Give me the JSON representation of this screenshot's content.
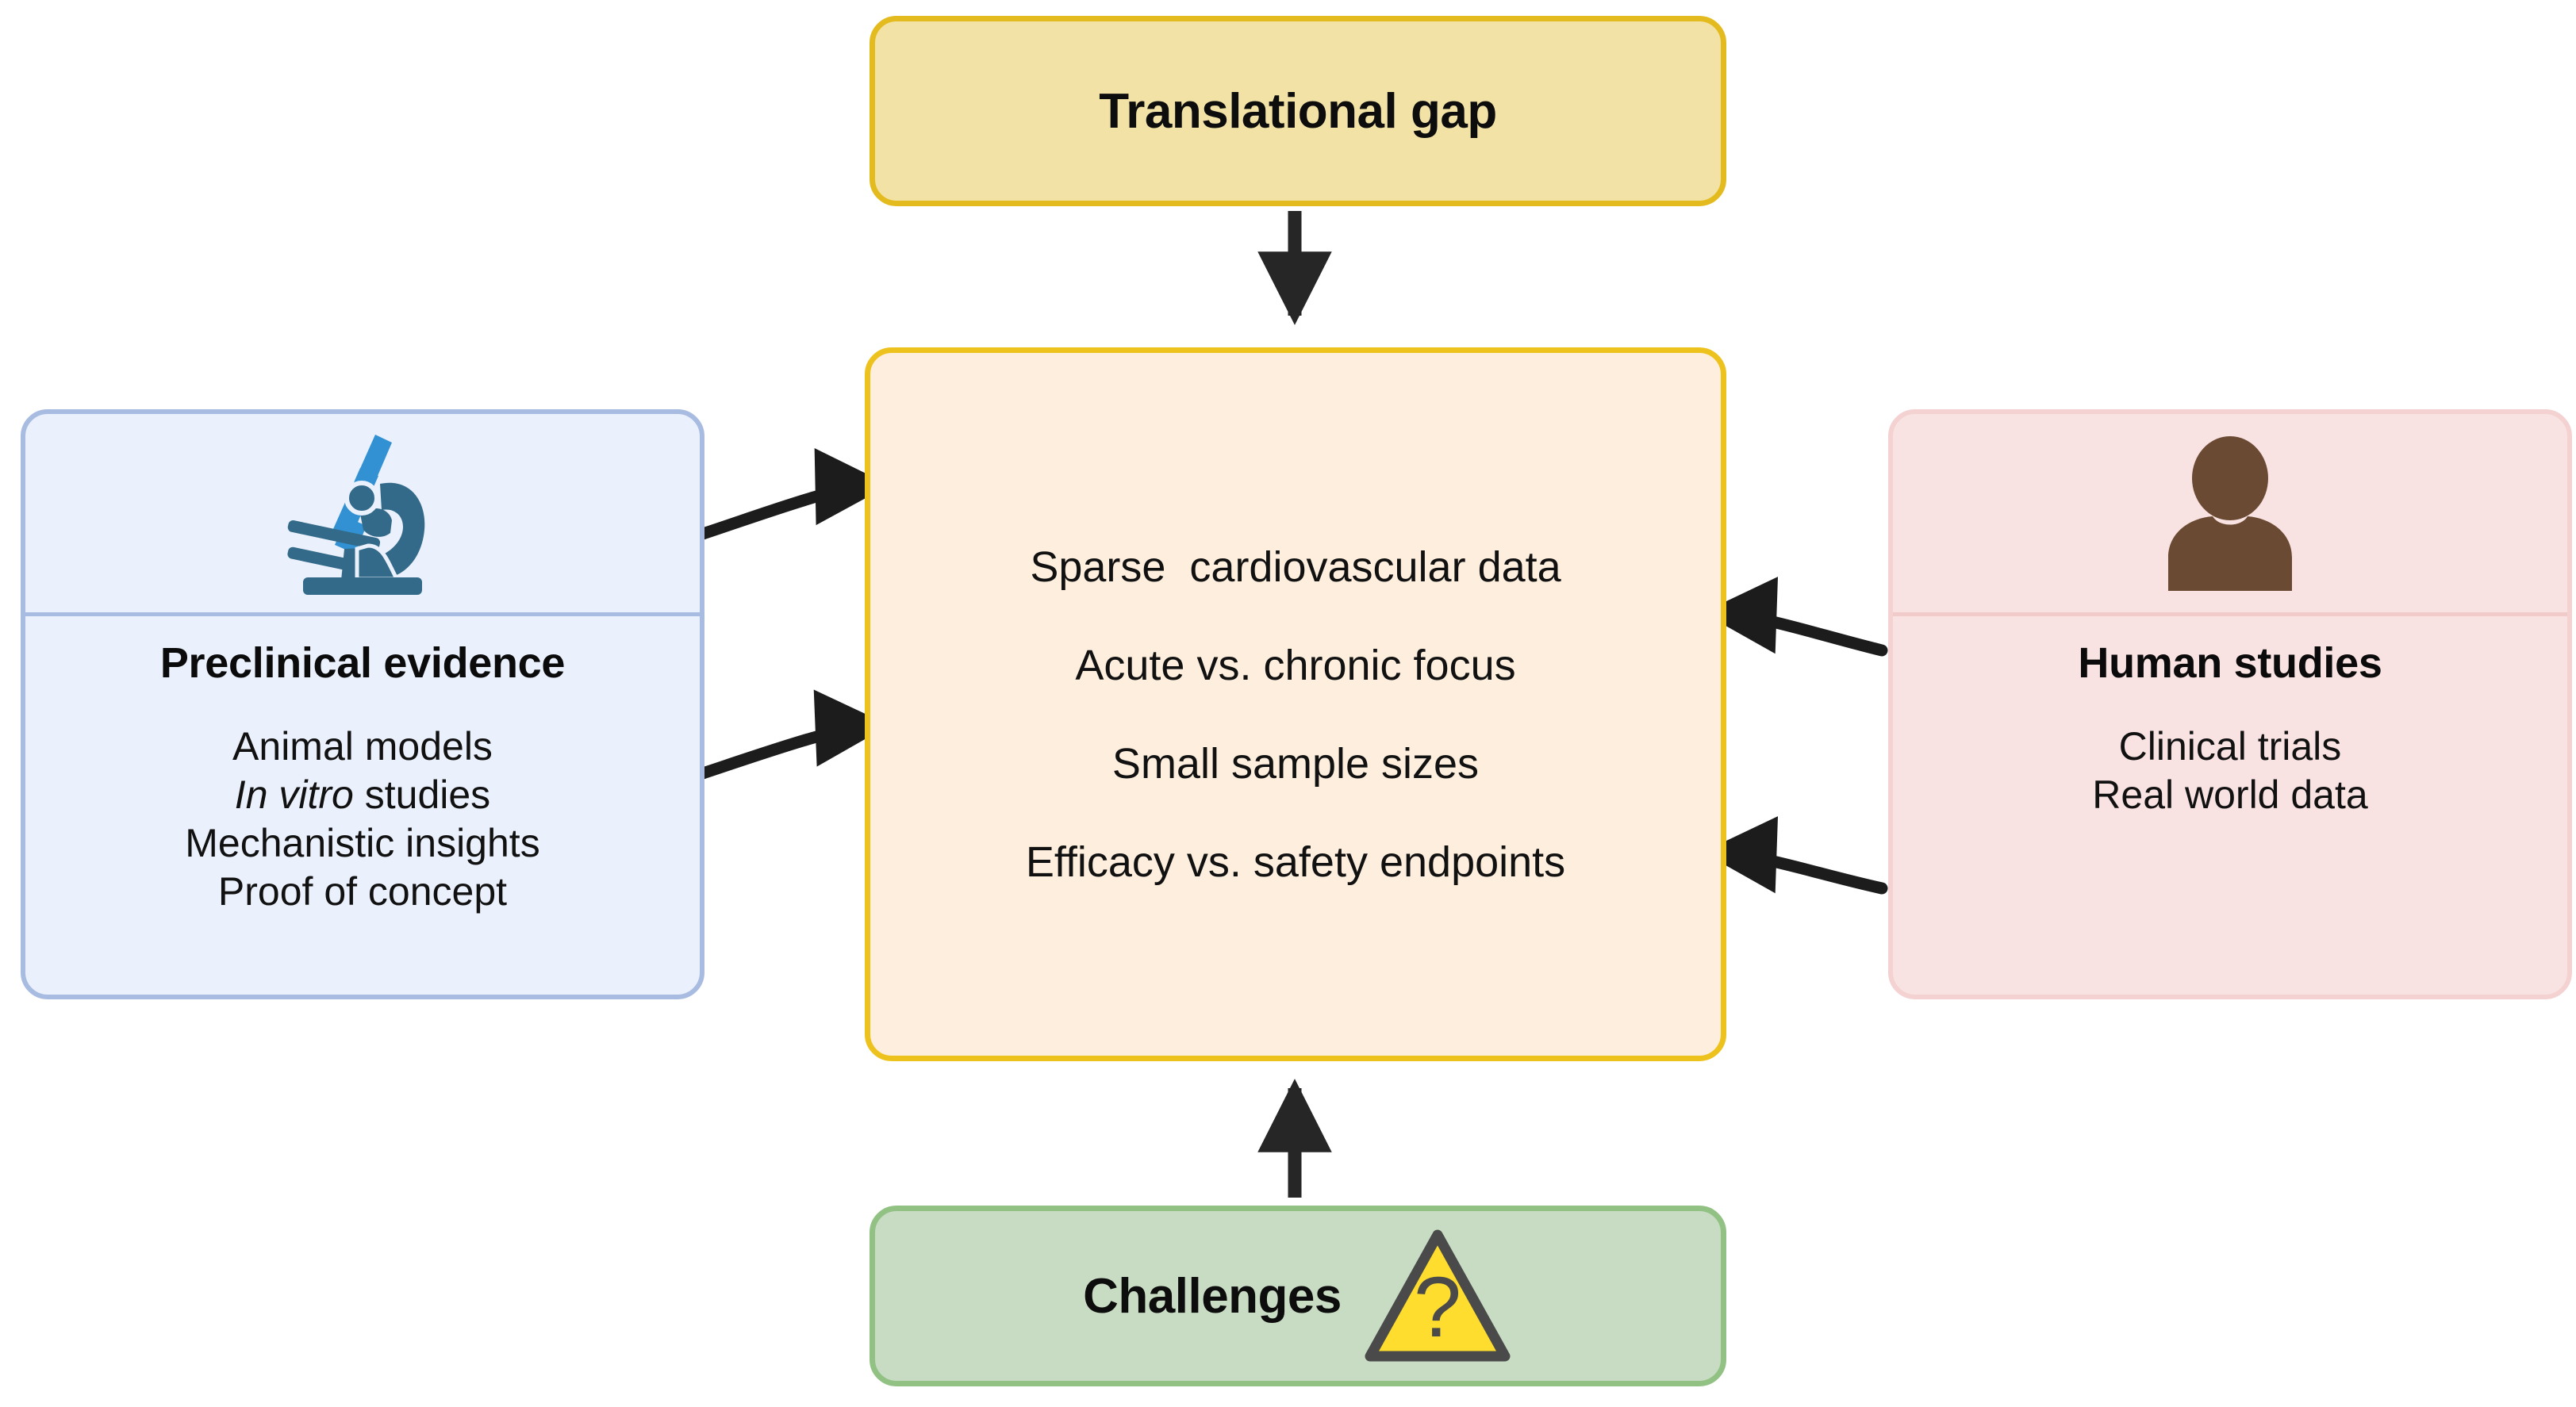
{
  "diagram": {
    "title_top": "Translational gap",
    "title_bottom": "Challenges"
  },
  "top_node": {
    "label": "Translational gap",
    "fill": "#f2e2a6",
    "stroke": "#e3bb1f"
  },
  "center_node": {
    "fill": "#fdeedd",
    "stroke": "#eec21c",
    "lines": [
      "Sparse  cardiovascular data",
      "Acute vs. chronic focus",
      "Small sample sizes",
      "Efficacy vs. safety endpoints"
    ]
  },
  "left_node": {
    "title": "Preclinical evidence",
    "icon": "microscope-icon",
    "icon_colors": {
      "light": "#3191d2",
      "dark": "#336a8a"
    },
    "fill": "#eaf1fc",
    "stroke": "#a8bbe0",
    "items": [
      {
        "text": "Animal models",
        "emphasis": ""
      },
      {
        "text": " studies",
        "emphasis": "In vitro"
      },
      {
        "text": "Mechanistic insights",
        "emphasis": ""
      },
      {
        "text": "Proof of concept",
        "emphasis": ""
      }
    ]
  },
  "right_node": {
    "title": "Human studies",
    "icon": "person-icon",
    "icon_color": "#6a4a33",
    "fill": "#f9e3e2",
    "stroke": "#f3d2d1",
    "items": [
      "Clinical trials",
      "Real world data"
    ]
  },
  "bottom_node": {
    "label": "Challenges",
    "icon": "warning-question-triangle-icon",
    "icon_colors": {
      "fill": "#ffdd2e",
      "stroke": "#4a4a4a"
    },
    "fill": "#c8dcc4",
    "stroke": "#91c183"
  },
  "connectors": {
    "color": "#1c1c1c",
    "edges": [
      {
        "name": "top-to-center",
        "style": "straight-arrow-down"
      },
      {
        "name": "bottom-to-center",
        "style": "straight-arrow-up"
      },
      {
        "name": "preclinical-to-center-upper",
        "style": "curved-arrow-right"
      },
      {
        "name": "preclinical-to-center-lower",
        "style": "curved-arrow-right"
      },
      {
        "name": "human-to-center-upper",
        "style": "curved-arrow-left"
      },
      {
        "name": "human-to-center-lower",
        "style": "curved-arrow-left"
      }
    ]
  }
}
